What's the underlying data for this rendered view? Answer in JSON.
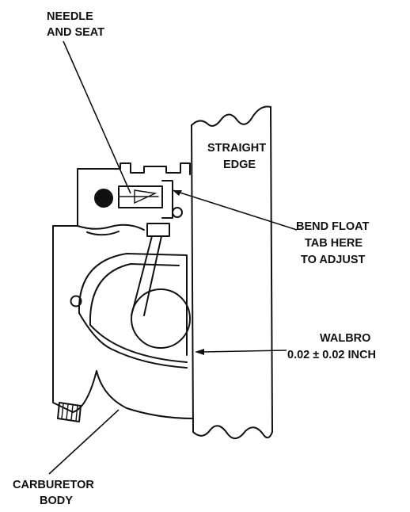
{
  "labels": {
    "needle_seat": [
      "NEEDLE",
      "AND SEAT"
    ],
    "straight_edge": [
      "STRAIGHT",
      "EDGE"
    ],
    "bend_float": [
      "BEND FLOAT",
      "TAB HERE",
      "TO ADJUST"
    ],
    "walbro": [
      "WALBRO",
      "0.02 ± 0.02 INCH"
    ],
    "carburetor_body": [
      "CARBURETOR",
      "BODY"
    ]
  },
  "colors": {
    "ink": "#111111",
    "paper": "#ffffff"
  }
}
